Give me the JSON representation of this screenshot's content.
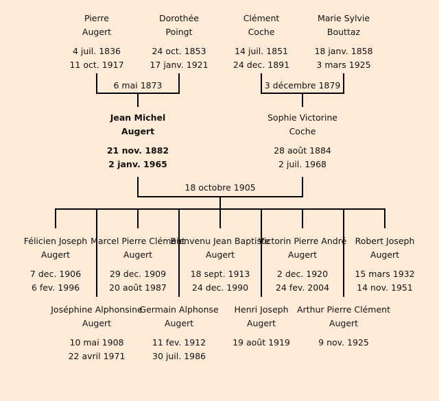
{
  "grandparents": [
    {
      "first": "Pierre",
      "last": "Augert",
      "birth": "4 juil. 1836",
      "death": "11 oct. 1917"
    },
    {
      "first": "Dorothée",
      "last": "Poingt",
      "birth": "24 oct. 1853",
      "death": "17 janv. 1921"
    },
    {
      "first": "Clément",
      "last": "Coche",
      "birth": "14 juil. 1851",
      "death": "24 dec. 1891"
    },
    {
      "first": "Marie Sylvie",
      "last": "Bouttaz",
      "birth": "18 janv. 1858",
      "death": "3 mars 1925"
    }
  ],
  "grandparent_marriages": [
    "6 mai 1873",
    "3 décembre 1879"
  ],
  "parents": [
    {
      "first": "Jean Michel",
      "last": "Augert",
      "birth": "21 nov. 1882",
      "death": "2 janv. 1965"
    },
    {
      "first": "Sophie Victorine",
      "last": "Coche",
      "birth": "28 août 1884",
      "death": "2 juil. 1968"
    }
  ],
  "parent_marriage": "18 octobre 1905",
  "children": [
    {
      "first": "Félicien Joseph",
      "last": "Augert",
      "birth": "7 dec. 1906",
      "death": "6 fev. 1996"
    },
    {
      "first": "Joséphine Alphonsine",
      "last": "Augert",
      "birth": "10 mai 1908",
      "death": "22 avril 1971"
    },
    {
      "first": "Marcel Pierre Clément",
      "last": "Augert",
      "birth": "29 dec. 1909",
      "death": "20 août 1987"
    },
    {
      "first": "Germain Alphonse",
      "last": "Augert",
      "birth": "11 fev. 1912",
      "death": "30 juil. 1986"
    },
    {
      "first": "Bienvenu Jean Baptiste",
      "last": "Augert",
      "birth": "18 sept. 1913",
      "death": "24 dec. 1990"
    },
    {
      "first": "Henri Joseph",
      "last": "Augert",
      "birth": "19 août 1919",
      "death": ""
    },
    {
      "first": "Victorin Pierre André",
      "last": "Augert",
      "birth": "2 dec. 1920",
      "death": "24 fev. 2004"
    },
    {
      "first": "Arthur Pierre Clément",
      "last": "Augert",
      "birth": "9 nov. 1925",
      "death": ""
    },
    {
      "first": "Robert Joseph",
      "last": "Augert",
      "birth": "15 mars 1932",
      "death": "14 nov. 1951"
    }
  ]
}
